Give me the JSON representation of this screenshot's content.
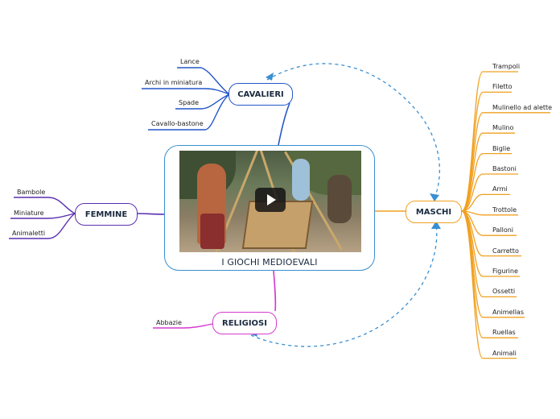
{
  "central": {
    "title": "I GIOCHI MEDIOEVALI"
  },
  "topics": {
    "cavalieri": "CAVALIERI",
    "femmine": "FEMMINE",
    "maschi": "MASCHI",
    "religiosi": "RELIGIOSI"
  },
  "leaves": {
    "cavalieri": [
      "Lance",
      "Archi in miniatura",
      "Spade",
      "Cavallo-bastone"
    ],
    "femmine": [
      "Bambole",
      "Miniature",
      "Animaletti"
    ],
    "maschi": [
      "Trampoli",
      "Filetto",
      "Mulinello ad alette",
      "Mulino",
      "Biglie",
      "Bastoni",
      "Armi",
      "Trottole",
      "Palloni",
      "Carretto",
      "Figurine",
      "Ossetti",
      "Animellas",
      "Ruellas",
      "Animali"
    ],
    "religiosi": [
      "Abbazie"
    ]
  },
  "colors": {
    "central": "#3a8fd0",
    "cavalieri": "#2456c8",
    "femmine": "#5b2fb0",
    "maschi": "#f0a020",
    "religiosi": "#d63ad0",
    "relation": "#3a8fd0"
  },
  "icons": {
    "video": "play-icon"
  }
}
